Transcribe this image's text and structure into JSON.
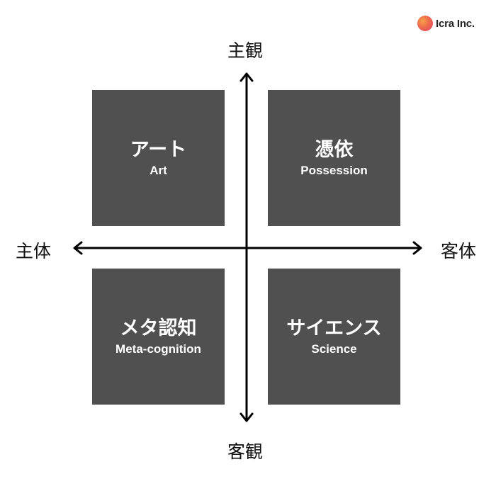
{
  "logo": {
    "text": "Icra Inc."
  },
  "axes": {
    "top": "主観",
    "bottom": "客観",
    "left": "主体",
    "right": "客体"
  },
  "quadrants": {
    "top_left": {
      "title": "アート",
      "subtitle": "Art"
    },
    "top_right": {
      "title": "憑依",
      "subtitle": "Possession"
    },
    "bottom_left": {
      "title": "メタ認知",
      "subtitle": "Meta-cognition"
    },
    "bottom_right": {
      "title": "サイエンス",
      "subtitle": "Science"
    }
  },
  "colors": {
    "box": "#505050",
    "axis": "#000000",
    "text_on_box": "#ffffff"
  }
}
